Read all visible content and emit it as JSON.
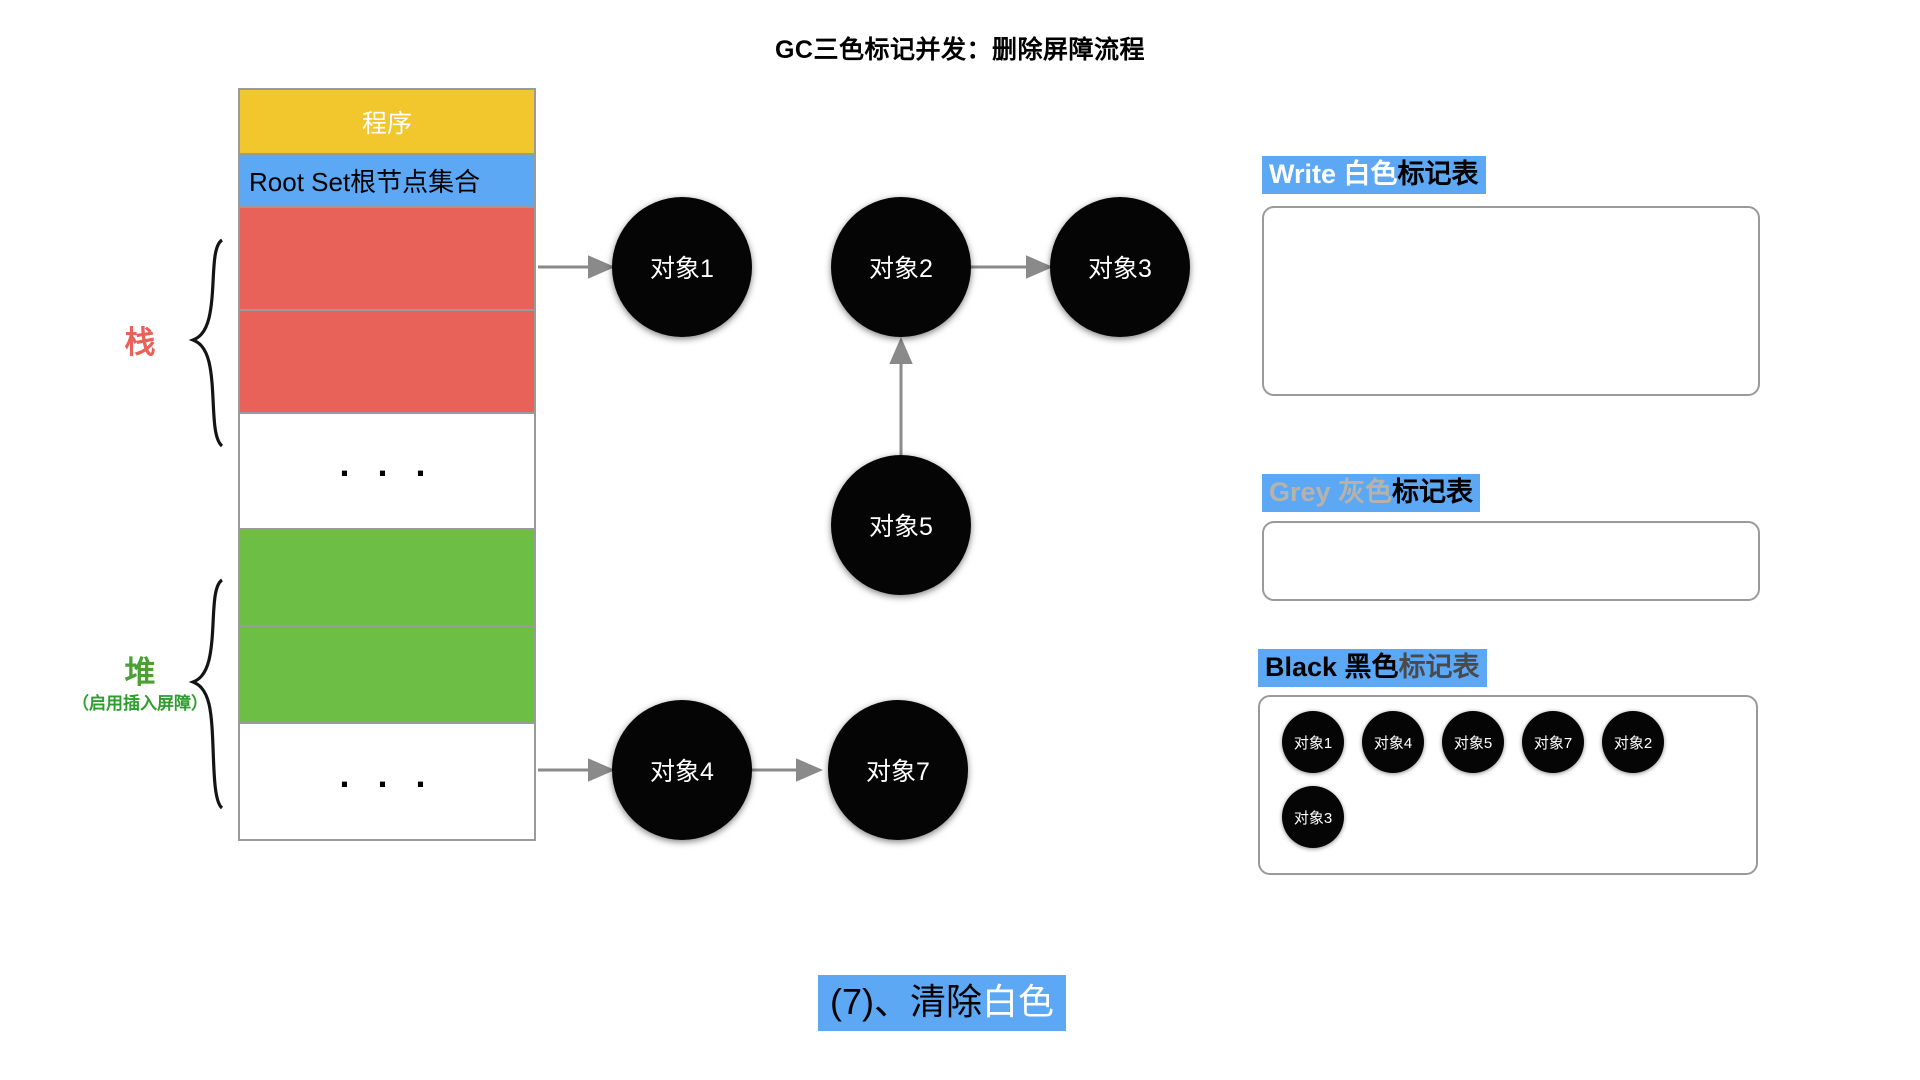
{
  "title": "GC三色标记并发：删除屏障流程",
  "memory_column": {
    "cells": [
      {
        "id": "program",
        "label": "程序",
        "kind": "program"
      },
      {
        "id": "rootset",
        "label": "Root Set根节点集合",
        "kind": "rootset"
      },
      {
        "id": "stack-1",
        "label": "",
        "kind": "red"
      },
      {
        "id": "stack-2",
        "label": "",
        "kind": "red"
      },
      {
        "id": "stack-dots",
        "label": ". . .",
        "kind": "dots"
      },
      {
        "id": "heap-1",
        "label": "",
        "kind": "green"
      },
      {
        "id": "heap-2",
        "label": "",
        "kind": "green"
      },
      {
        "id": "heap-dots",
        "label": ". . .",
        "kind": "dots"
      }
    ]
  },
  "braces": {
    "stack": {
      "label": "栈",
      "color": "#e8625a"
    },
    "heap": {
      "label": "堆",
      "sub": "（启用插入屏障）",
      "color": "#4aa033"
    }
  },
  "graph": {
    "nodes": [
      {
        "id": "obj1",
        "label": "对象1"
      },
      {
        "id": "obj2",
        "label": "对象2"
      },
      {
        "id": "obj3",
        "label": "对象3"
      },
      {
        "id": "obj5",
        "label": "对象5"
      },
      {
        "id": "obj4",
        "label": "对象4"
      },
      {
        "id": "obj7",
        "label": "对象7"
      }
    ],
    "edges": [
      {
        "from": "stack-1",
        "to": "obj1"
      },
      {
        "from": "obj2",
        "to": "obj3"
      },
      {
        "from": "obj5",
        "to": "obj2"
      },
      {
        "from": "heap-2",
        "to": "obj4"
      },
      {
        "from": "obj4",
        "to": "obj7"
      }
    ]
  },
  "tables": {
    "write": {
      "title_en": "Write 白色",
      "title_cn": "标记表",
      "items": []
    },
    "grey": {
      "title_en": "Grey 灰色",
      "title_cn": "标记表",
      "items": []
    },
    "black": {
      "title_en": "Black 黑色",
      "title_cn": "标记表",
      "row1": [
        "对象1",
        "对象4",
        "对象5",
        "对象7",
        "对象2"
      ],
      "row2": [
        "对象3"
      ]
    }
  },
  "caption": {
    "prefix": "(7)、清除",
    "highlight": "白色"
  },
  "colors": {
    "program": "#f2c72e",
    "rootset": "#5ca8f5",
    "stack": "#e8625a",
    "heap": "#6cbe45",
    "node": "#050505",
    "arrow": "#8a8a8a",
    "border": "#9a9a9a",
    "accent": "#5ca8f5"
  }
}
